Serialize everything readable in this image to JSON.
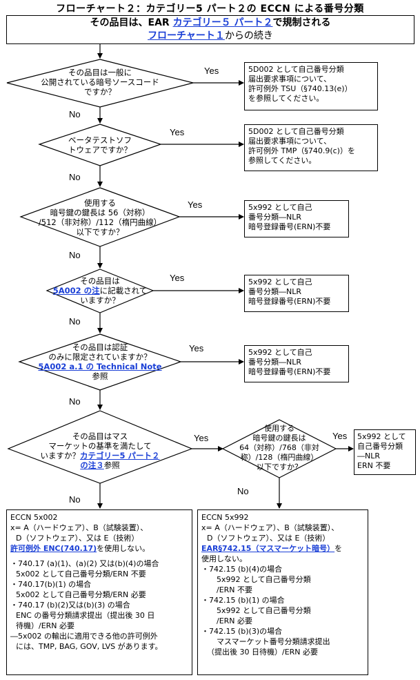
{
  "title": "フローチャート２：カテゴリー5 パート２の ECCN による番号分類",
  "intro": {
    "pre": "その品目は、EAR ",
    "link1": "カテゴリー５ パート２",
    "post1": "で規制される",
    "link2": "フローチャート１",
    "post2": "からの続き"
  },
  "labels": {
    "yes": "Yes",
    "no": "No"
  },
  "q1": {
    "lines": [
      "その品目は一般に",
      "公開されている暗号ソースコード",
      "ですか？"
    ]
  },
  "r1": {
    "lines": [
      "5D002 として自己番号分類",
      "届出要求事項について、",
      "許可例外 TSU（§740.13(e)）",
      "を参照してください。"
    ]
  },
  "q2": {
    "lines": [
      "ベータテストソフ",
      "トウェアですか？"
    ]
  },
  "r2": {
    "lines": [
      "5D002 として自己番号分類",
      "届出要求事項について、",
      "許可例外 TMP（§740.9(c)）を",
      "参照してください。"
    ]
  },
  "q3": {
    "lines": [
      "使用する",
      "暗号鍵の鍵長は 56（対称）",
      "/512（非対称）/112（楕円曲線）",
      "以下ですか？"
    ]
  },
  "r3": {
    "lines": [
      "5x992 として自己",
      "番号分類―NLR",
      "暗号登録番号(ERN)不要"
    ]
  },
  "q4": {
    "l1": "その品目は",
    "link": "5A002 の注",
    "l2": "に記載されて",
    "l3": "いますか？"
  },
  "r4": {
    "lines": [
      "5x992 として自己",
      "番号分類―NLR",
      "暗号登録番号(ERN)不要"
    ]
  },
  "q5": {
    "l1": "その品目は認証",
    "l2": "のみに限定されていますか？",
    "link": "5A002 a.1 の Technical Note",
    "l3": "参照"
  },
  "r5": {
    "lines": [
      "5x992 として自己",
      "番号分類―NLR",
      "暗号登録番号(ERN)不要"
    ]
  },
  "q6": {
    "l1": "その品目はマス",
    "l2": "マーケットの基準を満たして",
    "l3a": "いますか？",
    "link1": "カテゴリー5 パート２",
    "link2": "の注３",
    "l4": "参照"
  },
  "q7": {
    "lines": [
      "使用する",
      "暗号鍵の鍵長は",
      "64（対称）/768（非対",
      "称）/128（楕円曲線）",
      "以下ですか？"
    ]
  },
  "r7": {
    "lines": [
      "5x992 として",
      "自己番号分類",
      "―NLR",
      "ERN 不要"
    ]
  },
  "left_box": {
    "l1": "ECCN 5x002",
    "l2": "x= A（ハードウェア）、B（試験装置）、",
    "l3": "D（ソフトウェア）、又は E（技術）",
    "link": "許可例外 ENC(740.17)",
    "l4": "を使用しない。",
    "l5": "・740.17 (a)(1)、(a)(2) 又は(b)(4)の場合",
    "l6": "5x002 として自己番号分類/ERN 不要",
    "l7": "・740.17(b)(1) の場合",
    "l8": "5x002 として自己番号分類/ERN 必要",
    "l9": "・740.17 (b)(2)又は(b)(3) の場合",
    "l10": "ENC の番号分類請求提出（提出後 30 日",
    "l11": "待機）/ERN 必要",
    "l12": "―5x002 の輸出に適用できる他の許可例外",
    "l13": "には、TMP, BAG, GOV, LVS があります。"
  },
  "right_box": {
    "l1": "ECCN 5x992",
    "l2": "x= A（ハードウェア）、B（試験装置）、",
    "l3": "D（ソフトウェア）、又は E（技術）",
    "link": "EAR§742.15（マスマーケット暗号）",
    "l4": "を",
    "l5": "使用しない。",
    "l6": "・742.15 (b)(4)の場合",
    "l7": "5x992 として自己番号分類",
    "l8": "/ERN 不要",
    "l9": "・742.15 (b)(1) の場合",
    "l10": "5x992 として自己番号分類",
    "l11": "/ERN 必要",
    "l12": "・742.15 (b)(3)の場合",
    "l13": "マスマーケット番号分類請求提出",
    "l14": "（提出後 30 日待機）/ERN 必要"
  }
}
